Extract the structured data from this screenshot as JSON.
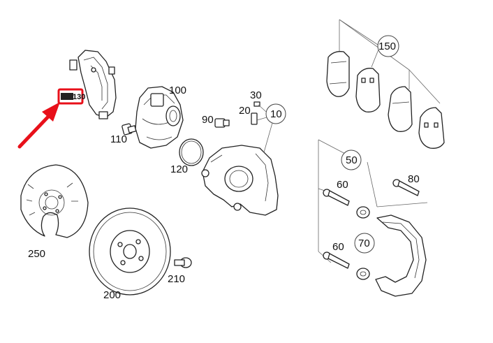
{
  "diagram": {
    "highlight_color": "#e8101a",
    "highlighted_part": "130",
    "parts": {
      "p10": "10",
      "p20": "20",
      "p30": "30",
      "p50": "50",
      "p60a": "60",
      "p60b": "60",
      "p70": "70",
      "p80": "80",
      "p90": "90",
      "p100": "100",
      "p110": "110",
      "p120": "120",
      "p150": "150",
      "p200": "200",
      "p210": "210",
      "p250": "250"
    }
  }
}
